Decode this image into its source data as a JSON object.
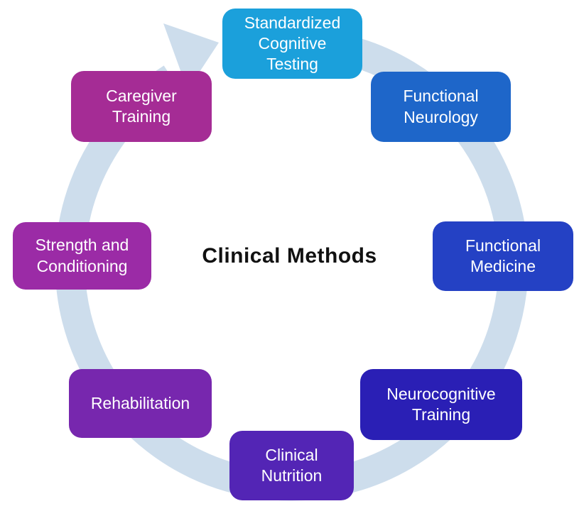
{
  "title": "Clinical Methods",
  "ring": {
    "color": "#CDDDEC",
    "direction": "clockwise",
    "arrowhead": "top-left, pointing clockwise toward top node"
  },
  "nodes": [
    {
      "label": "Standardized Cognitive Testing",
      "color": "#1BA0DB",
      "position": "top"
    },
    {
      "label": "Functional Neurology",
      "color": "#1E66C9",
      "position": "top-right"
    },
    {
      "label": "Functional Medicine",
      "color": "#2441C4",
      "position": "right"
    },
    {
      "label": "Neurocognitive Training",
      "color": "#2A1FB5",
      "position": "bottom-right"
    },
    {
      "label": "Clinical Nutrition",
      "color": "#5325B5",
      "position": "bottom"
    },
    {
      "label": "Rehabilitation",
      "color": "#7727AE",
      "position": "bottom-left"
    },
    {
      "label": "Strength and Conditioning",
      "color": "#9B2BA6",
      "position": "left"
    },
    {
      "label": "Caregiver Training",
      "color": "#A52C95",
      "position": "top-left"
    }
  ]
}
